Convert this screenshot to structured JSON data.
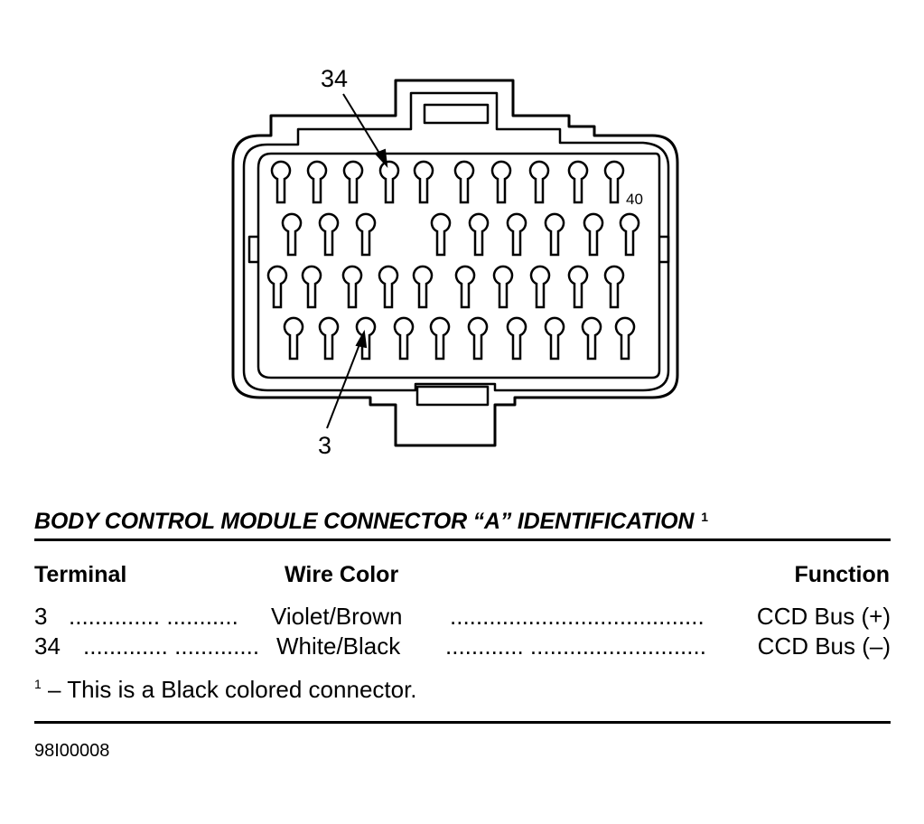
{
  "diagram": {
    "callouts": {
      "top": "34",
      "bottom": "3"
    },
    "pin_marker": "40"
  },
  "table": {
    "title": "BODY CONTROL MODULE CONNECTOR “A” IDENTIFICATION",
    "title_note_mark": "1",
    "headers": {
      "terminal": "Terminal",
      "wire_color": "Wire Color",
      "function": "Function"
    },
    "rows": [
      {
        "terminal": "3",
        "dots1": "..............  ...........",
        "wire_color": "Violet/Brown",
        "dots2": ".......................................",
        "function": "CCD Bus (+)"
      },
      {
        "terminal": "34",
        "dots1": ".............  .............",
        "wire_color": "White/Black",
        "dots2": "............  ...........................",
        "function": "CCD Bus (–)"
      }
    ],
    "footnote": {
      "mark": "1",
      "text": " –  This is a Black colored connector."
    }
  },
  "figure_id": "98I00008"
}
